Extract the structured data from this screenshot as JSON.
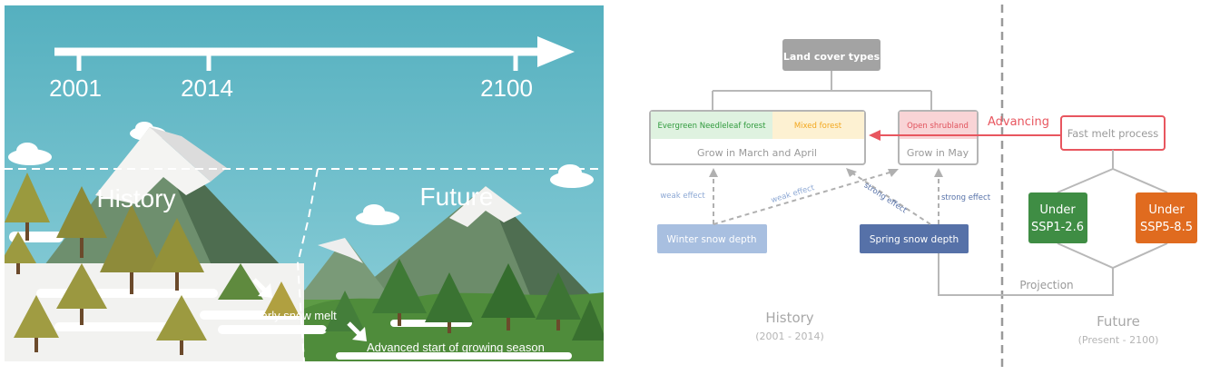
{
  "timeline": {
    "years": [
      "2001",
      "2014",
      "2100"
    ]
  },
  "scene": {
    "history_label": "History",
    "future_label": "Future",
    "early_snow_melt": "Early snow melt",
    "advanced_start": "Advanced start of growing season"
  },
  "diagram": {
    "land_cover_title": "Land cover types",
    "evergreen": "Evergreen Needleleaf forest",
    "mixed": "Mixed forest",
    "grow_march_april": "Grow in March and April",
    "open_shrubland": "Open shrubland",
    "grow_may": "Grow in May",
    "advancing": "Advancing",
    "fast_melt": "Fast melt process",
    "winter_snow": "Winter snow depth",
    "spring_snow": "Spring snow depth",
    "weak_effect_1": "weak effect",
    "weak_effect_2": "weak effect",
    "strong_effect_1": "strong effect",
    "strong_effect_2": "strong effect",
    "under_1": "Under",
    "ssp_126": "SSP1-2.6",
    "under_2": "Under",
    "ssp_585": "SSP5-8.5",
    "projection": "Projection",
    "history": "History",
    "history_years": "(2001 - 2014)",
    "future": "Future",
    "future_years": "(Present - 2100)"
  },
  "colors": {
    "sky": "#5bb4c3",
    "evergreen_green": "#2f9a3c",
    "mixed_orange": "#f2a71e",
    "shrub_red": "#e0525c",
    "arrow_red": "#e8565f",
    "winter_blue": "#a8bfe0",
    "spring_blue": "#5671a8",
    "ssp126_green": "#3f8d44",
    "ssp585_orange": "#e06b1f"
  }
}
